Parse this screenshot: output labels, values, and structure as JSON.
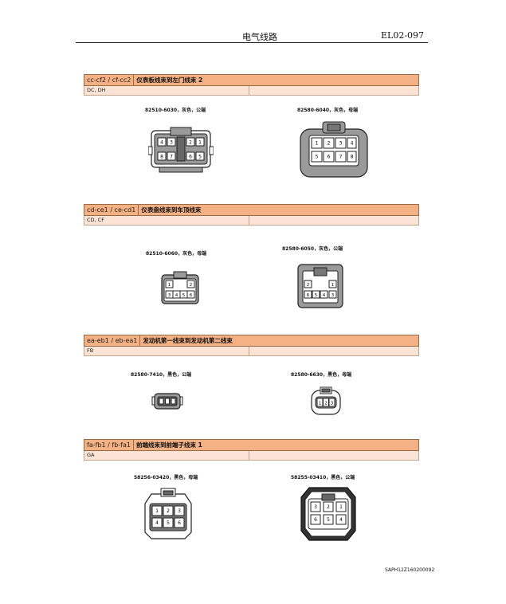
{
  "header": {
    "title": "电气线路",
    "page_code": "EL02-097"
  },
  "sections": [
    {
      "code": "cc-cf2 / cf-cc2",
      "name": "仪表板线束到左门线束 2",
      "models": "DC, DH",
      "left": {
        "label": "82510-6030，灰色，公端",
        "pins": [
          "4",
          "3",
          "2",
          "1",
          "8",
          "7",
          "6",
          "5"
        ]
      },
      "right": {
        "label": "82580-6040，灰色，母端",
        "pins": [
          "1",
          "2",
          "3",
          "4",
          "5",
          "6",
          "7",
          "8"
        ]
      }
    },
    {
      "code": "cd-ce1 / ce-cd1",
      "name": "仪表盘线束到车顶线束",
      "models": "CD, CF",
      "left": {
        "label": "82510-6060，灰色，母端",
        "pins": [
          "1",
          "2",
          "3",
          "4",
          "5",
          "6"
        ]
      },
      "right": {
        "label": "82580-6050，灰色，公端",
        "pins": [
          "2",
          "1",
          "6",
          "5",
          "4",
          "3"
        ]
      }
    },
    {
      "code": "ea-eb1 / eb-ea1",
      "name": "发动机第一线束到发动机第二线束",
      "models": "FB",
      "left": {
        "label": "82580-7410，黑色，公端"
      },
      "right": {
        "label": "82580-6630，黑色，母端",
        "pins": [
          "1",
          "2",
          "3"
        ]
      }
    },
    {
      "code": "fa-fb1 / fb-fa1",
      "name": "前端线束到前端子线束 1",
      "models": "GA",
      "left": {
        "label": "58256-03420，黑色，母端",
        "pins": [
          "1",
          "2",
          "3",
          "4",
          "5",
          "6"
        ]
      },
      "right": {
        "label": "58255-03410，黑色，公端",
        "pins": [
          "3",
          "2",
          "1",
          "6",
          "5",
          "4"
        ]
      }
    }
  ],
  "footer": {
    "doc_code": "SAPH12Z160200092"
  }
}
